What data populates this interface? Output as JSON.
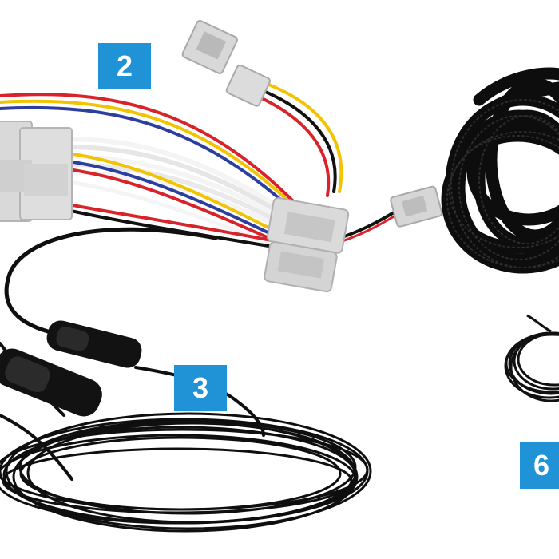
{
  "badges": {
    "b2": "2",
    "b3": "3",
    "b6": "6"
  },
  "colors": {
    "badge_blue": "#1f93d6",
    "cable_black": "#111111",
    "connector_grey": "#d9d9d9",
    "wire_red": "#d8232a",
    "wire_yellow": "#f2c300",
    "wire_blue": "#2c3fa0",
    "wire_white": "#f4f4f4"
  }
}
